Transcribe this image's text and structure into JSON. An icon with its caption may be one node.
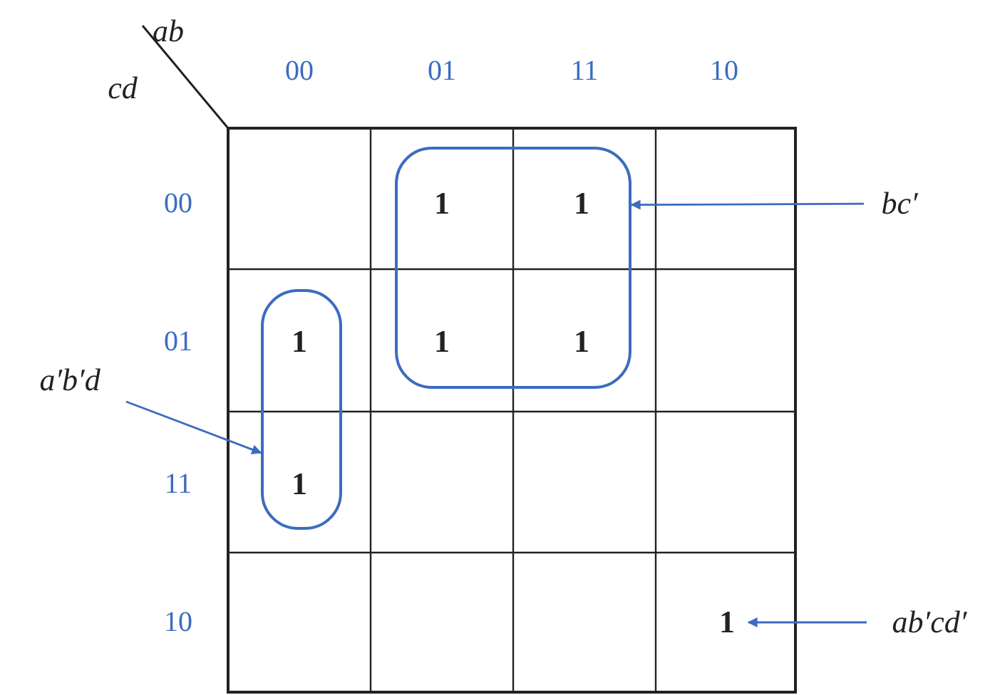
{
  "diagram": {
    "nodes": [
      {
        "text": [],
        "shape": "box"
      },
      {
        "text": [
          "bc′"
        ]
      },
      {
        "text": [
          "a′b′d"
        ]
      },
      {
        "text": [],
        "shape": "box"
      },
      {
        "text": [
          "1"
        ]
      },
      {
        "text": [
          "ab′cd′"
        ]
      }
    ],
    "edges": [
      {
        "from": 1,
        "to": 0,
        "arrow": "to"
      },
      {
        "from": 2,
        "to": 3,
        "arrow": "to"
      },
      {
        "from": 5,
        "to": 4,
        "arrow": "to"
      }
    ],
    "labels": [
      "ab",
      "cd",
      "00",
      "01",
      "11",
      "10",
      "00",
      "01",
      "11",
      "10",
      "1",
      "1",
      "1",
      "1",
      "1",
      "1"
    ]
  }
}
